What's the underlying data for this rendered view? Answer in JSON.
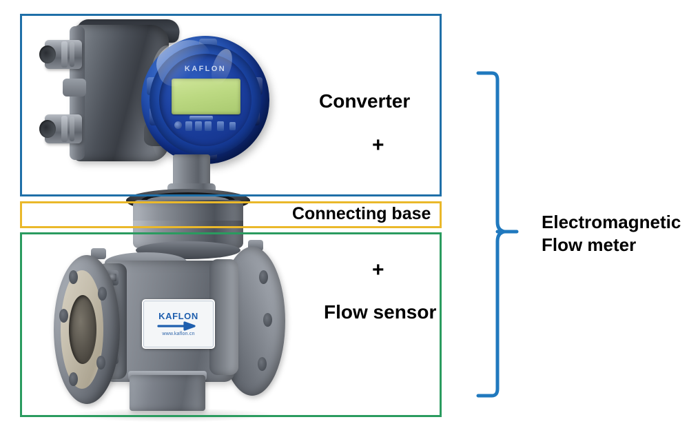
{
  "diagram": {
    "title_region": "Electromagnetic Flow meter component breakdown",
    "boxes": {
      "converter": {
        "label": "Converter",
        "plus": "+",
        "border_color": "#1f6fa8"
      },
      "connecting_base": {
        "label": "Connecting base",
        "border_color": "#eab82a"
      },
      "flow_sensor": {
        "label": "Flow sensor",
        "plus": "+",
        "border_color": "#2a9b5f"
      }
    },
    "brace": {
      "color": "#2079be",
      "label": "Electromagnetic\nFlow meter"
    }
  },
  "product": {
    "converter": {
      "brand": "KAFLON",
      "display_color": "#bcd982",
      "cover_color": "#1c47a8",
      "housing_color": "#6d737b"
    },
    "sensor": {
      "sticker": {
        "brand": "KAFLON",
        "url": "www.kaflon.cn",
        "arrow_color": "#1f5fae",
        "arrow_direction": "right"
      },
      "body_color": "#787d85"
    }
  }
}
